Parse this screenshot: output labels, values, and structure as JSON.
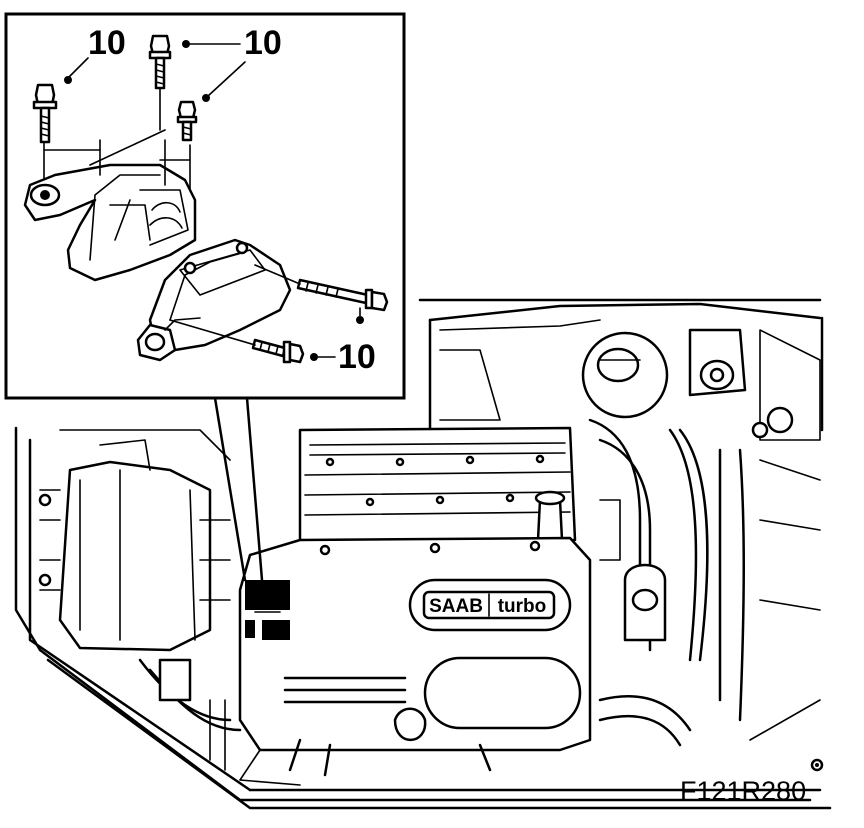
{
  "inset": {
    "torque_labels": [
      "10",
      "10",
      "10"
    ]
  },
  "engine_cover": {
    "brand_left": "SAAB",
    "brand_right": "turbo"
  },
  "figure_code": "F121R280"
}
